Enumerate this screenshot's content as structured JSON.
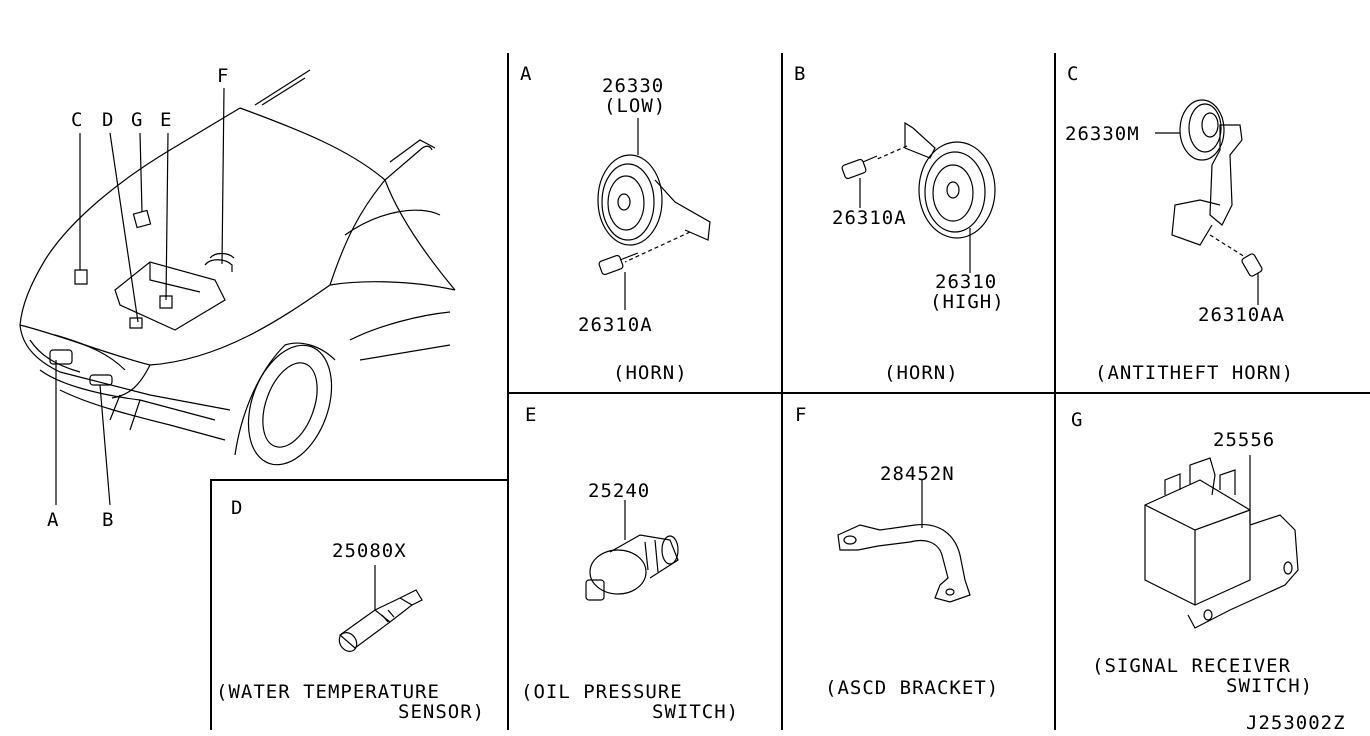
{
  "overview": {
    "callouts": [
      "C",
      "D",
      "G",
      "E",
      "F",
      "A",
      "B"
    ]
  },
  "panels": {
    "A": {
      "letter": "A",
      "part_top": "26330",
      "part_top_sub": "(LOW)",
      "part_bolt": "26310A",
      "caption": "(HORN)"
    },
    "B": {
      "letter": "B",
      "part_bolt": "26310A",
      "part_main": "26310",
      "part_main_sub": "(HIGH)",
      "caption": "(HORN)"
    },
    "C": {
      "letter": "C",
      "part_main": "26330M",
      "part_bolt": "26310AA",
      "caption": "(ANTITHEFT HORN)"
    },
    "D": {
      "letter": "D",
      "part_main": "25080X",
      "caption_line1": "(WATER TEMPERATURE",
      "caption_line2": "SENSOR)"
    },
    "E": {
      "letter": "E",
      "part_main": "25240",
      "caption_line1": "(OIL PRESSURE",
      "caption_line2": "SWITCH)"
    },
    "F": {
      "letter": "F",
      "part_main": "28452N",
      "caption": "(ASCD BRACKET)"
    },
    "G": {
      "letter": "G",
      "part_main": "25556",
      "caption_line1": "(SIGNAL RECEIVER",
      "caption_line2": "SWITCH)"
    }
  },
  "diagram_id": "J253002Z"
}
